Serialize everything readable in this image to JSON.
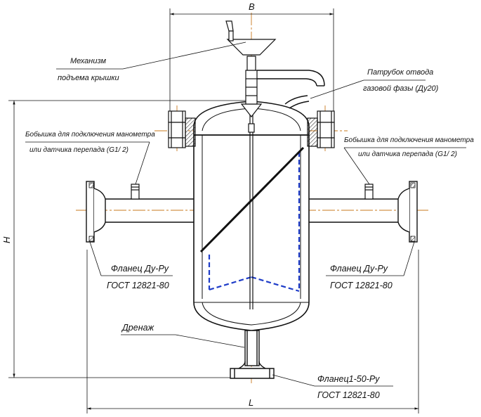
{
  "dimensions": {
    "width_label": "B",
    "length_label": "L",
    "height_label": "H"
  },
  "callouts": {
    "mechanism": {
      "line1": "Механизм",
      "line2": "подъема крышки"
    },
    "gas_outlet": {
      "line1": "Патрубок отвода",
      "line2": "газовой фазы (Ду20)"
    },
    "boss_left": {
      "line1": "Бобышка для подключения манометра",
      "line2": "или датчика перепада (G1/ 2)"
    },
    "boss_right": {
      "line1": "Бобышка для подключения манометра",
      "line2": "или датчика перепада (G1/ 2)"
    },
    "flange_left": {
      "line1": "Фланец Ду-Ру",
      "line2": "ГОСТ 12821-80"
    },
    "flange_right": {
      "line1": "Фланец Ду-Ру",
      "line2": "ГОСТ 12821-80"
    },
    "drain": {
      "line1": "Дренаж"
    },
    "flange_drain": {
      "line1": "Фланец1-50-Ру",
      "line2": "ГОСТ 12821-80"
    }
  },
  "colors": {
    "line": "#111111",
    "centerline": "#c8781e",
    "screen": "#1e3cc8"
  }
}
